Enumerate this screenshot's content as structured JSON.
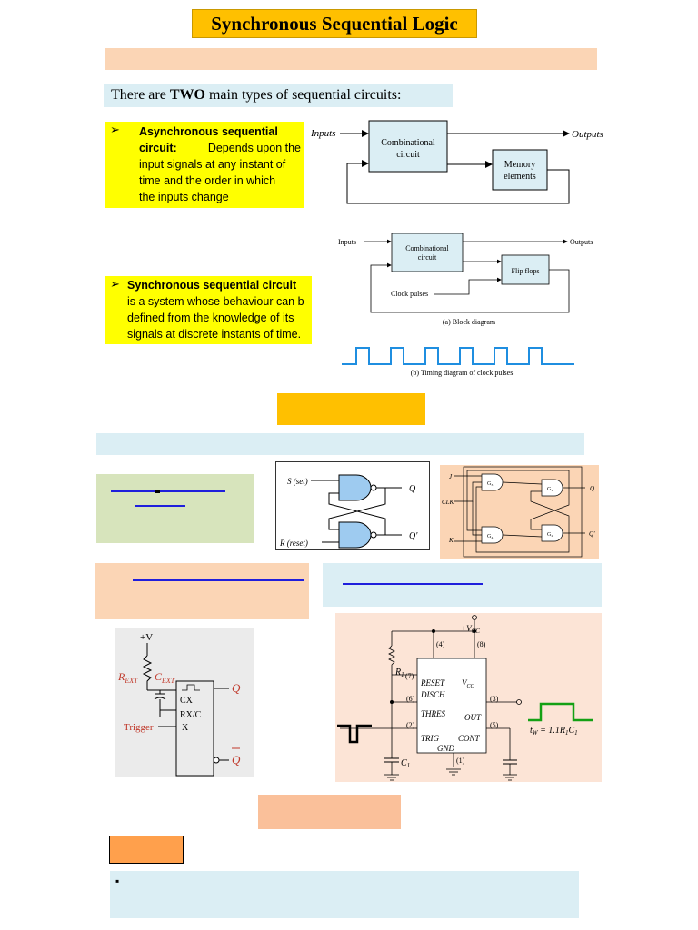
{
  "title": "Synchronous Sequential Logic",
  "intro": {
    "prefix": "There are ",
    "emphasis": "TWO",
    "suffix": " main types of sequential circuits:"
  },
  "async_block": {
    "bullet": "➢",
    "term": "Asynchronous sequential circuit:",
    "line1_term": "Asynchronous sequential",
    "line2_term": "circuit:",
    "line2_rest": "Depends upon the",
    "line3": "input signals at any instant of",
    "line4": "time and the order in which",
    "line5": "the inputs change"
  },
  "sync_block": {
    "bullet": "➢",
    "line1_term": "Synchronous sequential circuit",
    "line2": "is a system whose behaviour can b",
    "line3": "defined from the knowledge of its",
    "line4": "signals at discrete instants of time."
  },
  "async_diagram": {
    "inputs": "Inputs",
    "outputs": "Outputs",
    "comb_line1": "Combinational",
    "comb_line2": "circuit",
    "mem_line1": "Memory",
    "mem_line2": "elements"
  },
  "sync_diagram": {
    "inputs": "Inputs",
    "outputs": "Outputs",
    "comb_line1": "Combinational",
    "comb_line2": "circuit",
    "ff": "Flip flops",
    "clock": "Clock pulses",
    "caption_a": "(a) Block diagram",
    "caption_b": "(b) Timing diagram of clock pulses"
  },
  "sr_latch": {
    "s_label": "S (set)",
    "r_label": "R (reset)",
    "q": "Q",
    "q_bar": "Q'"
  },
  "jk_ff": {
    "j": "J",
    "clk": "CLK",
    "k": "K",
    "g1": "G₃",
    "g2": "G₁",
    "g3": "G₄",
    "g4": "G₂",
    "q": "Q",
    "q_bar": "Q'"
  },
  "one_shot": {
    "v": "+V",
    "rext": "R",
    "rext_sub": "EXT",
    "cext": "C",
    "cext_sub": "EXT",
    "cx": "CX",
    "rxc": "RX/C",
    "x": "X",
    "trigger": "Trigger",
    "q": "Q",
    "q_bar": "Q"
  },
  "timer555": {
    "vcc": "+V",
    "vcc_sub": "CC",
    "r1": "R",
    "r1_sub": "1",
    "c1": "C",
    "c1_sub": "1",
    "pin4": "(4)",
    "pin8": "(8)",
    "pin7": "(7)",
    "pin6": "(6)",
    "pin2": "(2)",
    "pin3": "(3)",
    "pin5": "(5)",
    "pin1": "(1)",
    "reset": "RESET",
    "disch": "DISCH",
    "thres": "THRES",
    "trig": "TRIG",
    "vcc_pin": "V",
    "vcc_pin_sub": "CC",
    "out": "OUT",
    "cont": "CONT",
    "gnd": "GND",
    "formula": "t",
    "formula_sub": "W",
    "formula_rest": " = 1.1R",
    "formula_r_sub": "1",
    "formula_c": "C",
    "formula_c_sub": "1"
  },
  "colors": {
    "yellow": "#ffff00",
    "gold": "#ffc000",
    "peach": "#fbd5b5",
    "light_blue": "#dbeef4",
    "green": "#d7e4bc",
    "orange": "#ffa04c",
    "link_blue": "#1f1fdc",
    "gate_blue": "#9ecbf0",
    "pulse_blue": "#1f8ee0",
    "pulse_green": "#14a014"
  },
  "bottom_bullet": "▪"
}
